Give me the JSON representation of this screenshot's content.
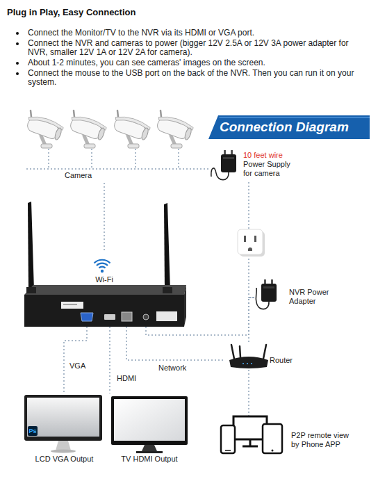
{
  "diagram": {
    "title": "Plug in Play, Easy Connection",
    "nodes": [
      {
        "text": [
          "Camera"
        ]
      },
      {
        "text": [
          "Connection Diagram"
        ]
      },
      {
        "text": [
          "10 feet wire",
          "Power Supply for camera"
        ]
      },
      {
        "text": [
          "Wi-Fi"
        ]
      },
      {
        "text": [
          "NVR Power Adapter"
        ]
      },
      {
        "text": [
          "Router"
        ]
      },
      {
        "text": [
          "LCD VGA Output"
        ]
      },
      {
        "text": [
          "TV HDMI Output"
        ]
      },
      {
        "text": [
          "P2P remote view by Phone APP"
        ]
      }
    ],
    "edges": [
      {
        "from": 2,
        "to": 0,
        "arrow": "none"
      },
      {
        "from": 0,
        "to": 3,
        "arrow": "none"
      },
      {
        "from": 2,
        "to": 4,
        "arrow": "none"
      },
      {
        "from": 4,
        "to": 3,
        "arrow": "none"
      },
      {
        "from": 4,
        "to": 5,
        "arrow": "none"
      },
      {
        "from": 3,
        "to": 6,
        "label": "VGA",
        "arrow": "none"
      },
      {
        "from": 3,
        "to": 7,
        "label": "HDMI",
        "arrow": "none"
      },
      {
        "from": 3,
        "to": 5,
        "label": "Network",
        "arrow": "none"
      },
      {
        "from": 5,
        "to": 8,
        "arrow": "none"
      }
    ],
    "labels": [
      "Connect the Monitor/TV to the NVR via its HDMI or VGA port.",
      "Connect the NVR and cameras to power (bigger 12V 2.5A or 12V 3A power adapter for NVR, smaller 12V 1A or 12V 2A for camera).",
      "About 1-2 minutes, you can see cameras' images on the screen.",
      "Connect the mouse to the USB port on the back of the NVR. Then you can run it on your system.",
      "Ps"
    ]
  }
}
